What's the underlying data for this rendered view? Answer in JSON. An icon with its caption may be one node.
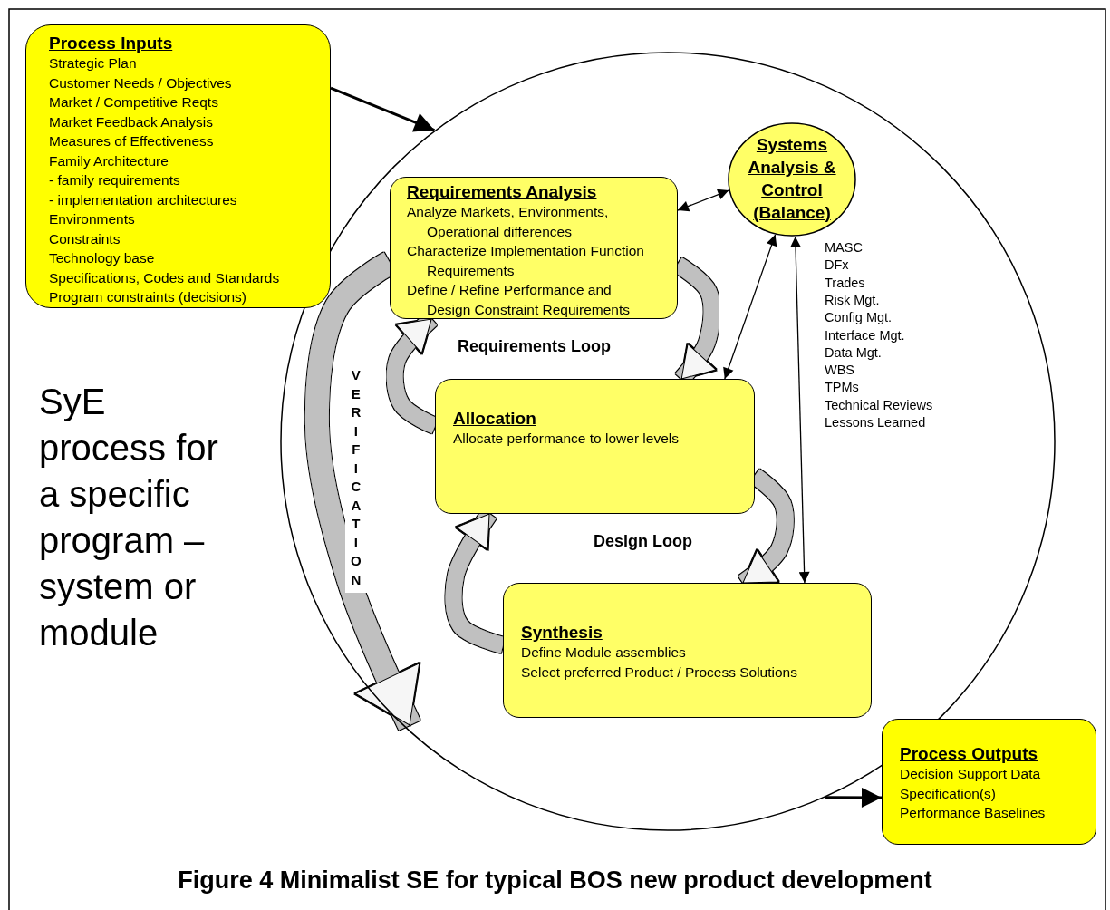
{
  "diagram": {
    "caption": "Figure 4 Minimalist SE for typical BOS new product development",
    "nodes": [
      {
        "text": [
          "Process Inputs",
          "Strategic Plan",
          "Customer Needs / Objectives",
          "Market / Competitive Reqts",
          "Market Feedback Analysis",
          "Measures of Effectiveness",
          "Family Architecture",
          "- family requirements",
          "- implementation architectures",
          "Environments",
          "Constraints",
          "Technology base",
          "Specifications, Codes and Standards",
          "Program constraints (decisions)"
        ]
      },
      {
        "text": [],
        "shape": "ellipse"
      },
      {
        "text": [
          "Requirements Analysis",
          "Analyze Markets, Environments, Operational differences",
          "Characterize Implementation Function Requirements",
          "Define / Refine Performance and Design Constraint Requirements"
        ],
        "in": 1
      },
      {
        "text": [
          "Systems Analysis & Control (Balance)"
        ],
        "in": 1
      },
      {
        "text": [
          "Allocation",
          "Allocate performance to lower levels"
        ],
        "in": 1
      },
      {
        "text": [
          "Synthesis",
          "Define Module assemblies",
          "Select preferred Product / Process Solutions"
        ],
        "in": 1
      },
      {
        "text": [
          "Process Outputs",
          "Decision Support Data",
          "Specification(s)",
          "Performance Baselines"
        ]
      }
    ],
    "edges": [
      {
        "from": 0,
        "to": 1,
        "arrow": "to"
      },
      {
        "from": 1,
        "to": 6,
        "arrow": "to"
      },
      {
        "from": 2,
        "to": 3,
        "arrow": "both"
      },
      {
        "from": 4,
        "to": 3,
        "arrow": "both"
      },
      {
        "from": 5,
        "to": 3,
        "arrow": "both"
      },
      {
        "from": 2,
        "to": 4,
        "arrow": "to",
        "style": "thick",
        "color": "#c0c0c0"
      },
      {
        "from": 4,
        "to": 2,
        "arrow": "to",
        "style": "thick",
        "color": "#c0c0c0"
      },
      {
        "from": 4,
        "to": 5,
        "arrow": "to",
        "style": "thick",
        "color": "#c0c0c0"
      },
      {
        "from": 5,
        "to": 4,
        "arrow": "to",
        "style": "thick",
        "color": "#c0c0c0"
      },
      {
        "from": 2,
        "to": null,
        "arrow": "to",
        "style": "thick",
        "color": "#c0c0c0",
        "label": "VERIFICATION"
      }
    ],
    "labels": [
      "MASC",
      "DFx",
      "Trades",
      "Risk Mgt.",
      "Config Mgt.",
      "Interface Mgt.",
      "Data Mgt.",
      "WBS",
      "TPMs",
      "Technical Reviews",
      "Lessons Learned",
      "Requirements Loop",
      "SyE process for a specific program – system or module",
      "Design Loop"
    ]
  }
}
